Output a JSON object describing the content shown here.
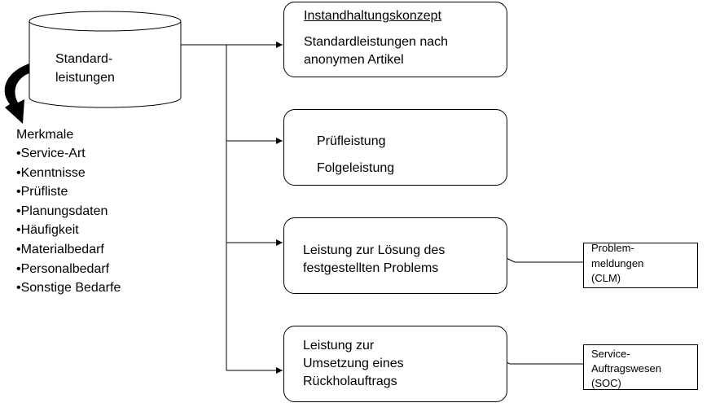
{
  "cylinder": {
    "label_line1": "Standard-",
    "label_line2": "leistungen"
  },
  "features": {
    "heading": "Merkmale",
    "items": [
      "•Service-Art",
      "•Kenntnisse",
      "•Prüfliste",
      "•Planungsdaten",
      "•Häufigkeit",
      "•Materialbedarf",
      "•Personalbedarf",
      "•Sonstige Bedarfe"
    ]
  },
  "boxes": {
    "box1": {
      "title": "Instandhaltungskonzept",
      "line1": "Standardleistungen nach",
      "line2": "anonymen Artikel"
    },
    "box2": {
      "line1": "Prüfleistung",
      "line2": "Folgeleistung"
    },
    "box3": {
      "line1": "Leistung zur Lösung des",
      "line2": "festgestellten Problems"
    },
    "box4": {
      "line1": "Leistung zur",
      "line2": "Umsetzung eines",
      "line3": "Rückholauftrags"
    }
  },
  "side_boxes": {
    "clm": {
      "line1": "Problem-",
      "line2": "meldungen",
      "line3": "(CLM)"
    },
    "soc": {
      "line1": "Service-",
      "line2": "Auftragswesen",
      "line3": "(SOC)"
    }
  }
}
